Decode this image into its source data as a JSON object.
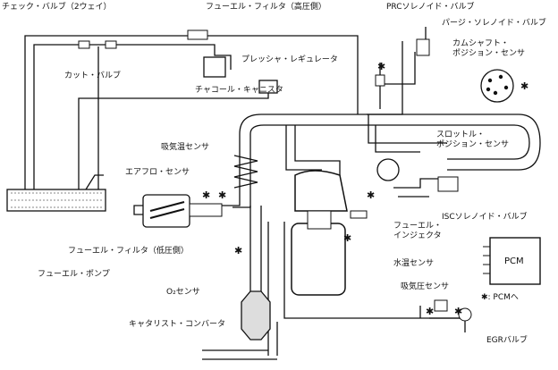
{
  "labels": {
    "check_valve": "チェック・バルブ（2ウェイ）",
    "fuel_filter_high": "フューエル・フィルタ（高圧側）",
    "prc_solenoid": "PRCソレノイド・バルブ",
    "purge_solenoid": "パージ・ソレノイド・バルブ",
    "cut_valve": "カット・バルブ",
    "pressure_regulator": "プレッシャ・レギュレータ",
    "camshaft_sensor": "カムシャフト・\nポジション・センサ",
    "charcoal_canister": "チャコール・キャニスタ",
    "throttle_sensor": "スロットル・\nポジション・センサ",
    "intake_temp_sensor": "吸気温センサ",
    "airflow_sensor": "エアフロ・センサ",
    "isc_solenoid": "ISCソレノイド・バルブ",
    "fuel_injector": "フューエル・\nインジェクタ",
    "fuel_filter_low": "フューエル・フィルタ（低圧側）",
    "coolant_temp_sensor": "水温センサ",
    "fuel_pump": "フューエル・ポンプ",
    "o2_sensor": "O₂センサ",
    "map_sensor": "吸気圧センサ",
    "pcm_legend": "✱: PCMへ",
    "catalyst": "キャタリスト・コンバータ",
    "egr_valve": "EGRバルブ",
    "pcm_box": "PCM"
  }
}
